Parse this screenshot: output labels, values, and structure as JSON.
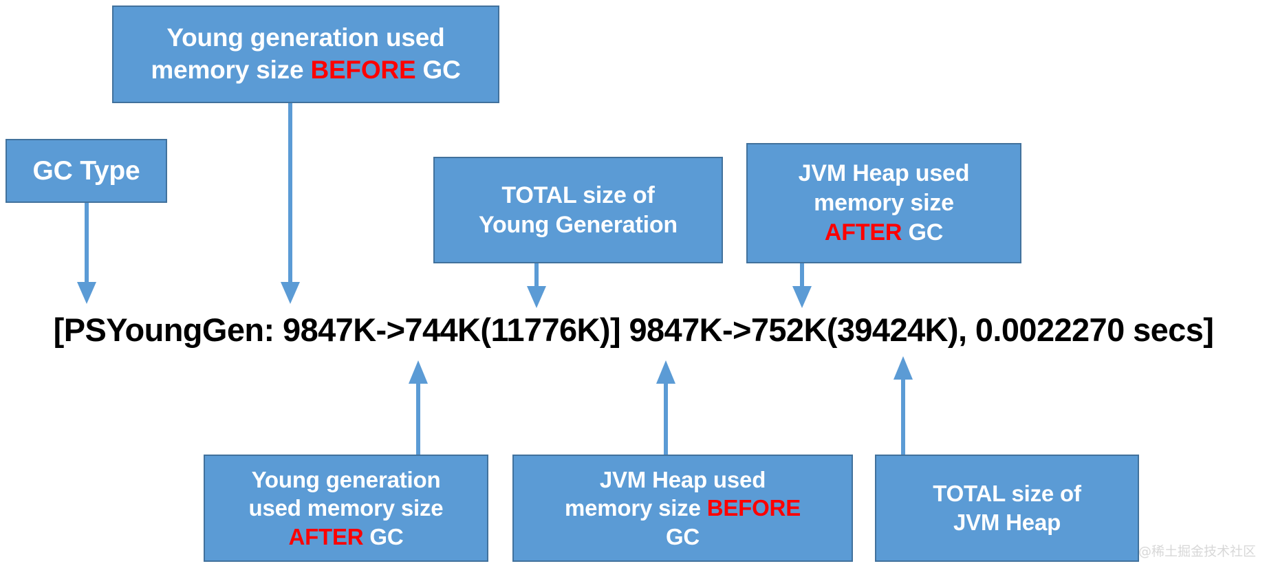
{
  "diagram": {
    "title": "JVM GC log line annotated",
    "accent_color": "#5B9BD5",
    "border_color": "#41719C",
    "highlight_color": "#FF0000",
    "text_color": "#FFFFFF",
    "log_color": "#000000",
    "background": "#FFFFFF"
  },
  "gc_log": {
    "full_line": "[PSYoungGen: 9847K->744K(11776K)] 9847K->752K(39424K), 0.0022270 secs]",
    "segments": {
      "gc_type": "[PSYoungGen:",
      "young_used_before": "9847K",
      "arrow1": "->",
      "young_used_after": "744K",
      "young_total": "(11776K)]",
      "heap_used_before": "9847K",
      "arrow2": "->",
      "heap_used_after": "752K",
      "heap_total": "(39424K),",
      "duration": "0.0022270 secs]"
    },
    "values": {
      "young_used_before_k": 9847,
      "young_used_after_k": 744,
      "young_total_k": 11776,
      "heap_used_before_k": 9847,
      "heap_used_after_k": 752,
      "heap_total_k": 39424,
      "duration_secs": 0.002227,
      "gc_type_name": "PSYoungGen"
    }
  },
  "callouts": {
    "gc_type": {
      "line1": "GC Type"
    },
    "young_before": {
      "line1": "Young generation used",
      "line2_pre": "memory size ",
      "line2_hl": "BEFORE",
      "line2_post": " GC"
    },
    "young_total": {
      "line1": "TOTAL size of",
      "line2": "Young Generation"
    },
    "heap_after": {
      "line1": "JVM Heap used",
      "line2": "memory size",
      "line3_hl": "AFTER",
      "line3_post": " GC"
    },
    "young_after": {
      "line1": "Young generation",
      "line2": "used memory size",
      "line3_hl": "AFTER",
      "line3_post": " GC"
    },
    "heap_before": {
      "line1": "JVM Heap used",
      "line2_pre": "memory size ",
      "line2_hl": "BEFORE",
      "line3": "GC"
    },
    "heap_total": {
      "line1": "TOTAL size of",
      "line2": "JVM Heap"
    }
  },
  "watermark": {
    "text": "@稀土掘金技术社区"
  }
}
